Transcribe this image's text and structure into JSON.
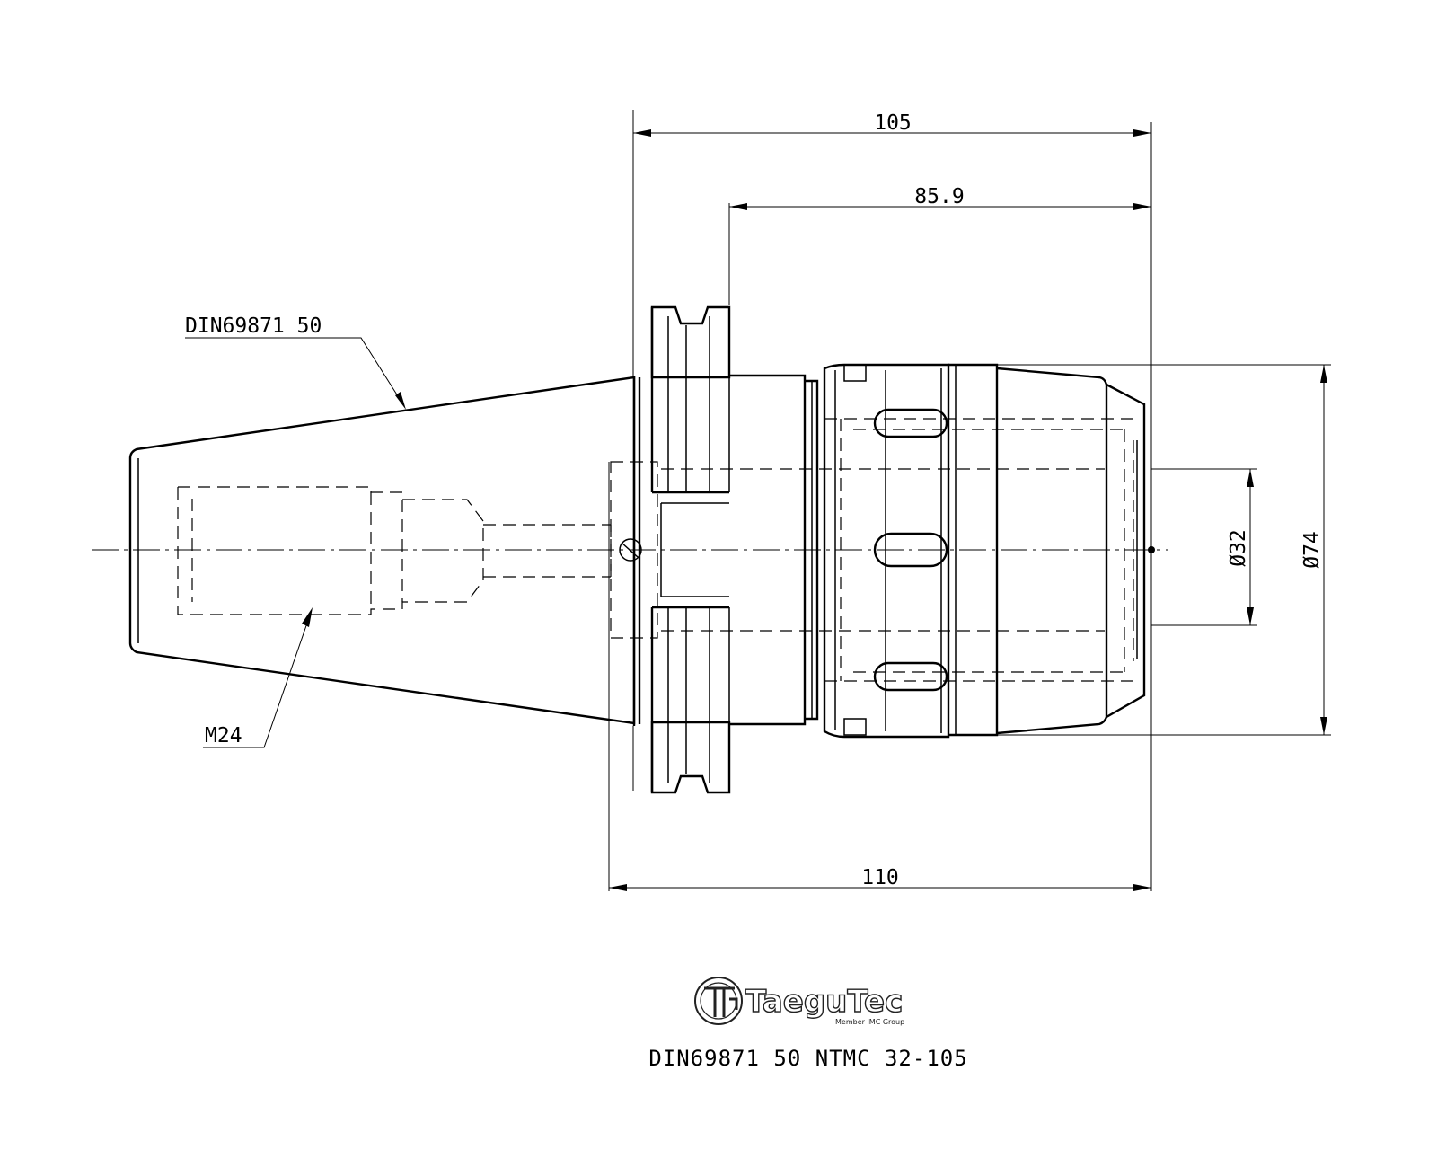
{
  "dimensions": {
    "overall_length_top": "105",
    "collet_length": "85.9",
    "overall_length_bottom": "110",
    "bore_diameter": "Ø32",
    "body_diameter": "Ø74"
  },
  "callouts": {
    "taper_standard": "DIN69871 50",
    "thread": "M24"
  },
  "logo": {
    "brand": "TaeguTec",
    "tagline": "Member IMC Group"
  },
  "part_designation": "DIN69871 50 NTMC 32-105"
}
